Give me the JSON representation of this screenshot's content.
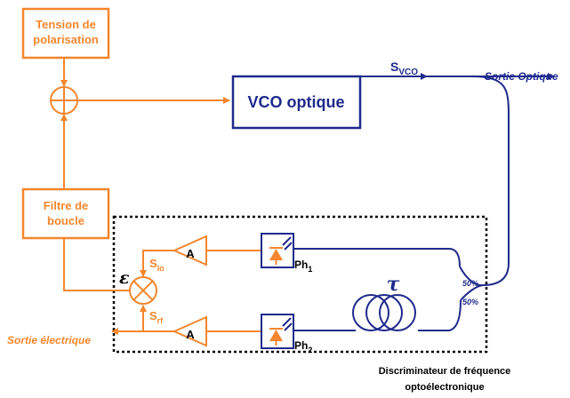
{
  "colors": {
    "orange": "#F5862D",
    "navy": "#1F2A8C",
    "black": "#000000"
  },
  "blocks": {
    "tension": {
      "line1": "Tension de",
      "line2": "polarisation"
    },
    "vco": {
      "label": "VCO optique"
    },
    "filtre": {
      "line1": "Filtre de",
      "line2": "boucle"
    }
  },
  "signals": {
    "svco": {
      "main": "S",
      "sub": "VCO"
    },
    "slo": {
      "main": "S",
      "sub": "lo"
    },
    "srf": {
      "main": "S",
      "sub": "rf"
    },
    "epsilon": "ε",
    "tau": "τ"
  },
  "amplifiers": {
    "top": "A",
    "bottom": "A"
  },
  "photodiodes": {
    "ph1": {
      "main": "Ph",
      "sub": "1"
    },
    "ph2": {
      "main": "Ph",
      "sub": "2"
    }
  },
  "coupler": {
    "top": "50%",
    "bottom": "50%"
  },
  "outputs": {
    "optique": "Sortie Optique",
    "electrique": "Sortie électrique"
  },
  "discriminator": {
    "line1": "Discriminateur de fréquence",
    "line2": "optoélectronique"
  }
}
